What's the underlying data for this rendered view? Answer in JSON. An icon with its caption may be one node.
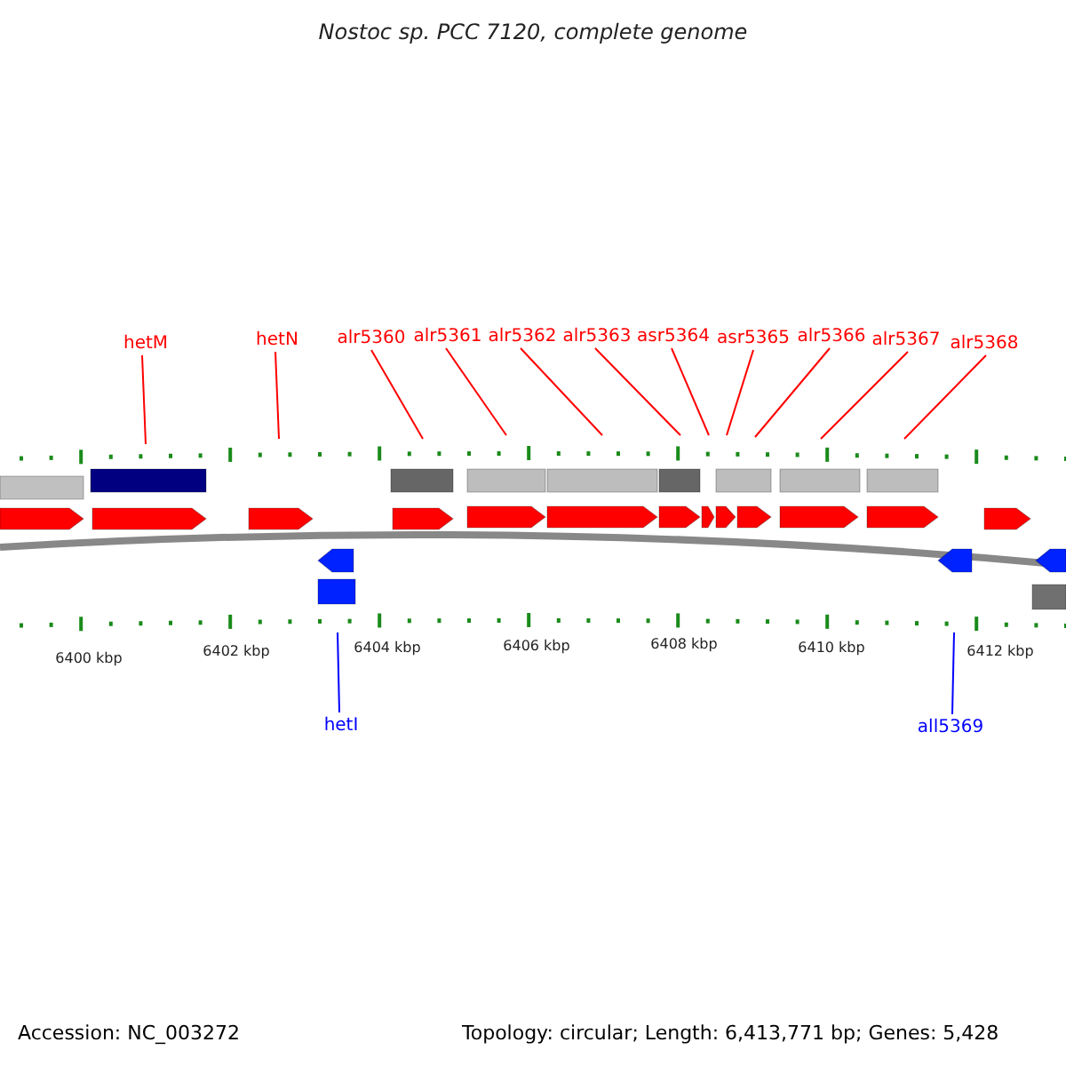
{
  "diagram": {
    "title": "Nostoc sp. PCC 7120, complete genome",
    "nodes": [
      {
        "text": [
          "hetM"
        ]
      },
      {
        "text": [
          "hetN"
        ]
      },
      {
        "text": [
          "alr5360"
        ]
      },
      {
        "text": [
          "alr5361"
        ]
      },
      {
        "text": [
          "alr5362"
        ]
      },
      {
        "text": [
          "alr5363"
        ]
      },
      {
        "text": [
          "asr5364"
        ]
      },
      {
        "text": [
          "asr5365"
        ]
      },
      {
        "text": [
          "alr5366"
        ]
      },
      {
        "text": [
          "alr5367"
        ]
      },
      {
        "text": [
          "alr5368"
        ]
      },
      {
        "text": [
          "hetI"
        ]
      },
      {
        "text": [
          "all5369"
        ]
      }
    ],
    "edges": [
      {
        "from": 0,
        "to": null,
        "arrow": "none"
      },
      {
        "from": 1,
        "to": null,
        "arrow": "none"
      },
      {
        "from": 2,
        "to": null,
        "arrow": "none"
      },
      {
        "from": 3,
        "to": null,
        "arrow": "none"
      },
      {
        "from": 4,
        "to": null,
        "arrow": "none"
      },
      {
        "from": 5,
        "to": null,
        "arrow": "none"
      },
      {
        "from": 6,
        "to": null,
        "arrow": "none"
      },
      {
        "from": 7,
        "to": null,
        "arrow": "none"
      },
      {
        "from": 8,
        "to": null,
        "arrow": "none"
      },
      {
        "from": 9,
        "to": null,
        "arrow": "none"
      },
      {
        "from": 10,
        "to": null,
        "arrow": "none"
      },
      {
        "from": 11,
        "to": null,
        "arrow": "none",
        "color": "#0000ff"
      },
      {
        "from": 12,
        "to": null,
        "arrow": "none",
        "color": "#0000ff"
      }
    ],
    "labels": [
      "6400 kbp",
      "6402 kbp",
      "6404 kbp",
      "6406 kbp",
      "6408 kbp",
      "6410 kbp",
      "6412 kbp",
      "Accession: NC_003272",
      "Topology: circular; Length: 6,413,771 bp; Genes: 5,428"
    ]
  }
}
